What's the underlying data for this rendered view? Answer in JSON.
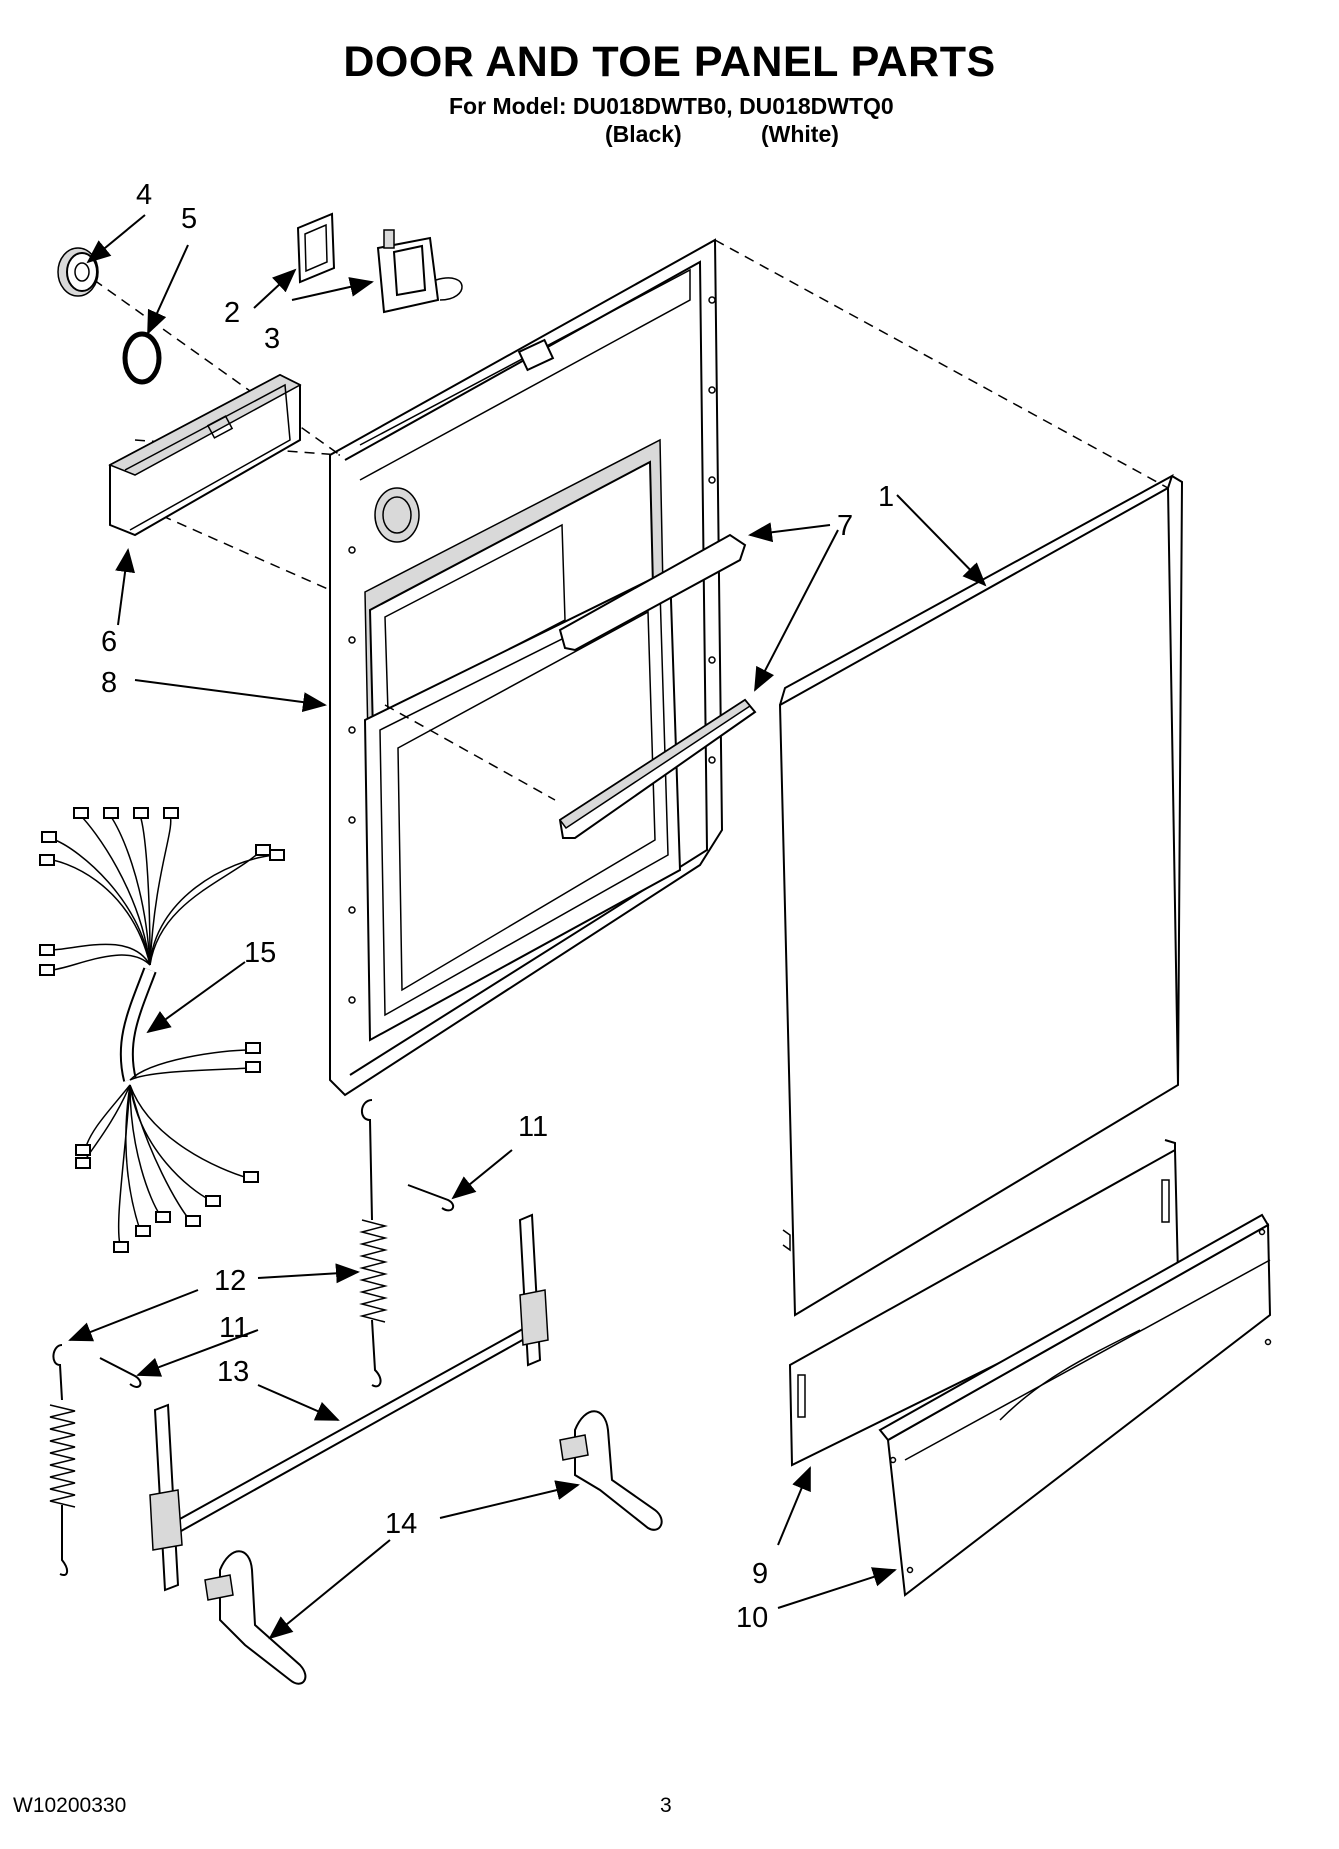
{
  "header": {
    "title": "DOOR AND TOE PANEL PARTS",
    "subtitle": "For Model: DU018DWTB0, DU018DWTQ0",
    "variant_black": "(Black)",
    "variant_white": "(White)"
  },
  "callouts": {
    "c1": "1",
    "c2": "2",
    "c3": "3",
    "c4": "4",
    "c5": "5",
    "c6": "6",
    "c7": "7",
    "c8": "8",
    "c9": "9",
    "c10": "10",
    "c11a": "11",
    "c11b": "11",
    "c12": "12",
    "c13": "13",
    "c14": "14",
    "c15": "15"
  },
  "footer": {
    "doc_number": "W10200330",
    "page_number": "3"
  }
}
